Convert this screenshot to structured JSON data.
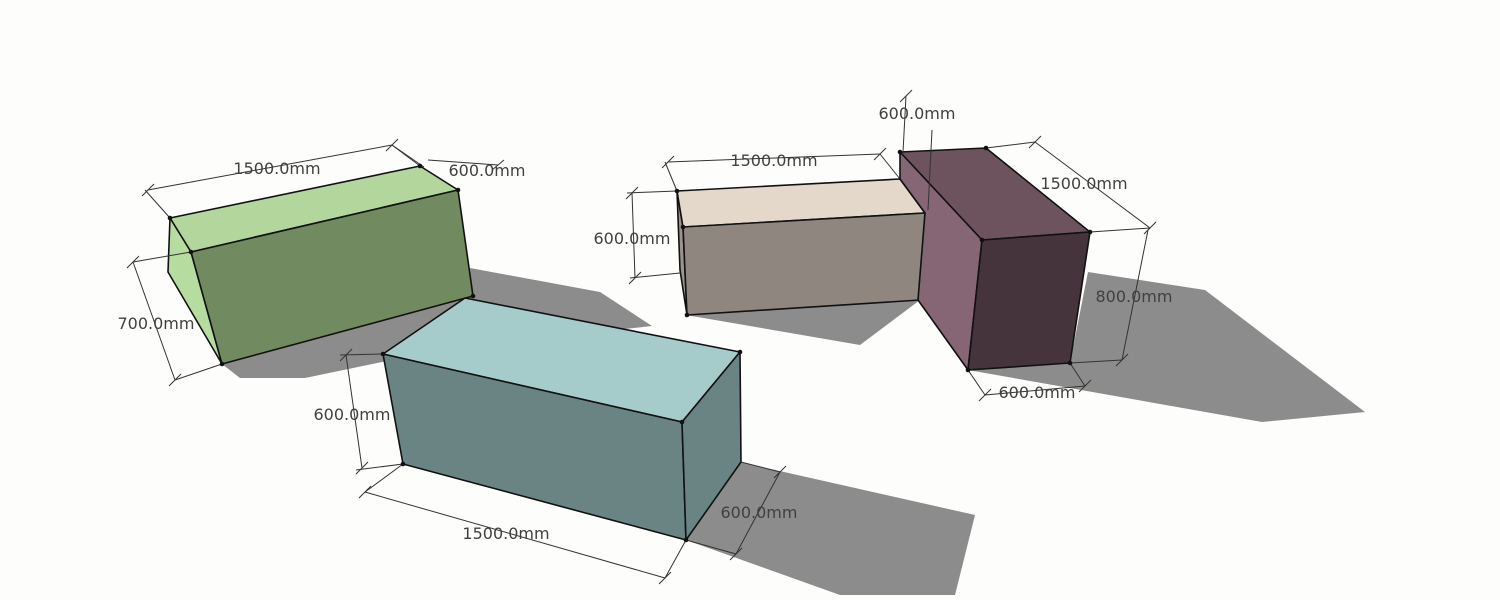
{
  "colors": {
    "background": "#fdfdfb",
    "shadow": "#8c8c8c",
    "green_top": "#b2d69b",
    "green_front": "#718a60",
    "green_side": "#b7dc9f",
    "teal_top": "#a6cbcb",
    "teal_front": "#6a8484",
    "teal_side": "#6a8484",
    "beige_top": "#e4d8ca",
    "beige_front": "#8f877f",
    "beige_side": "#9c948b",
    "purple_top": "#6c535d",
    "purple_front": "#45343c",
    "purple_side": "#866575"
  },
  "boxes": [
    {
      "name": "green-box",
      "labels": {
        "length": "1500.0mm",
        "depth": "600.0mm",
        "height": "700.0mm"
      }
    },
    {
      "name": "teal-box",
      "labels": {
        "length": "1500.0mm",
        "depth": "600.0mm",
        "height": "600.0mm"
      }
    },
    {
      "name": "beige-box",
      "labels": {
        "length": "1500.0mm",
        "height": "600.0mm"
      }
    },
    {
      "name": "purple-box",
      "labels": {
        "top": "600.0mm",
        "length": "1500.0mm",
        "height": "800.0mm",
        "depth": "600.0mm"
      }
    }
  ]
}
